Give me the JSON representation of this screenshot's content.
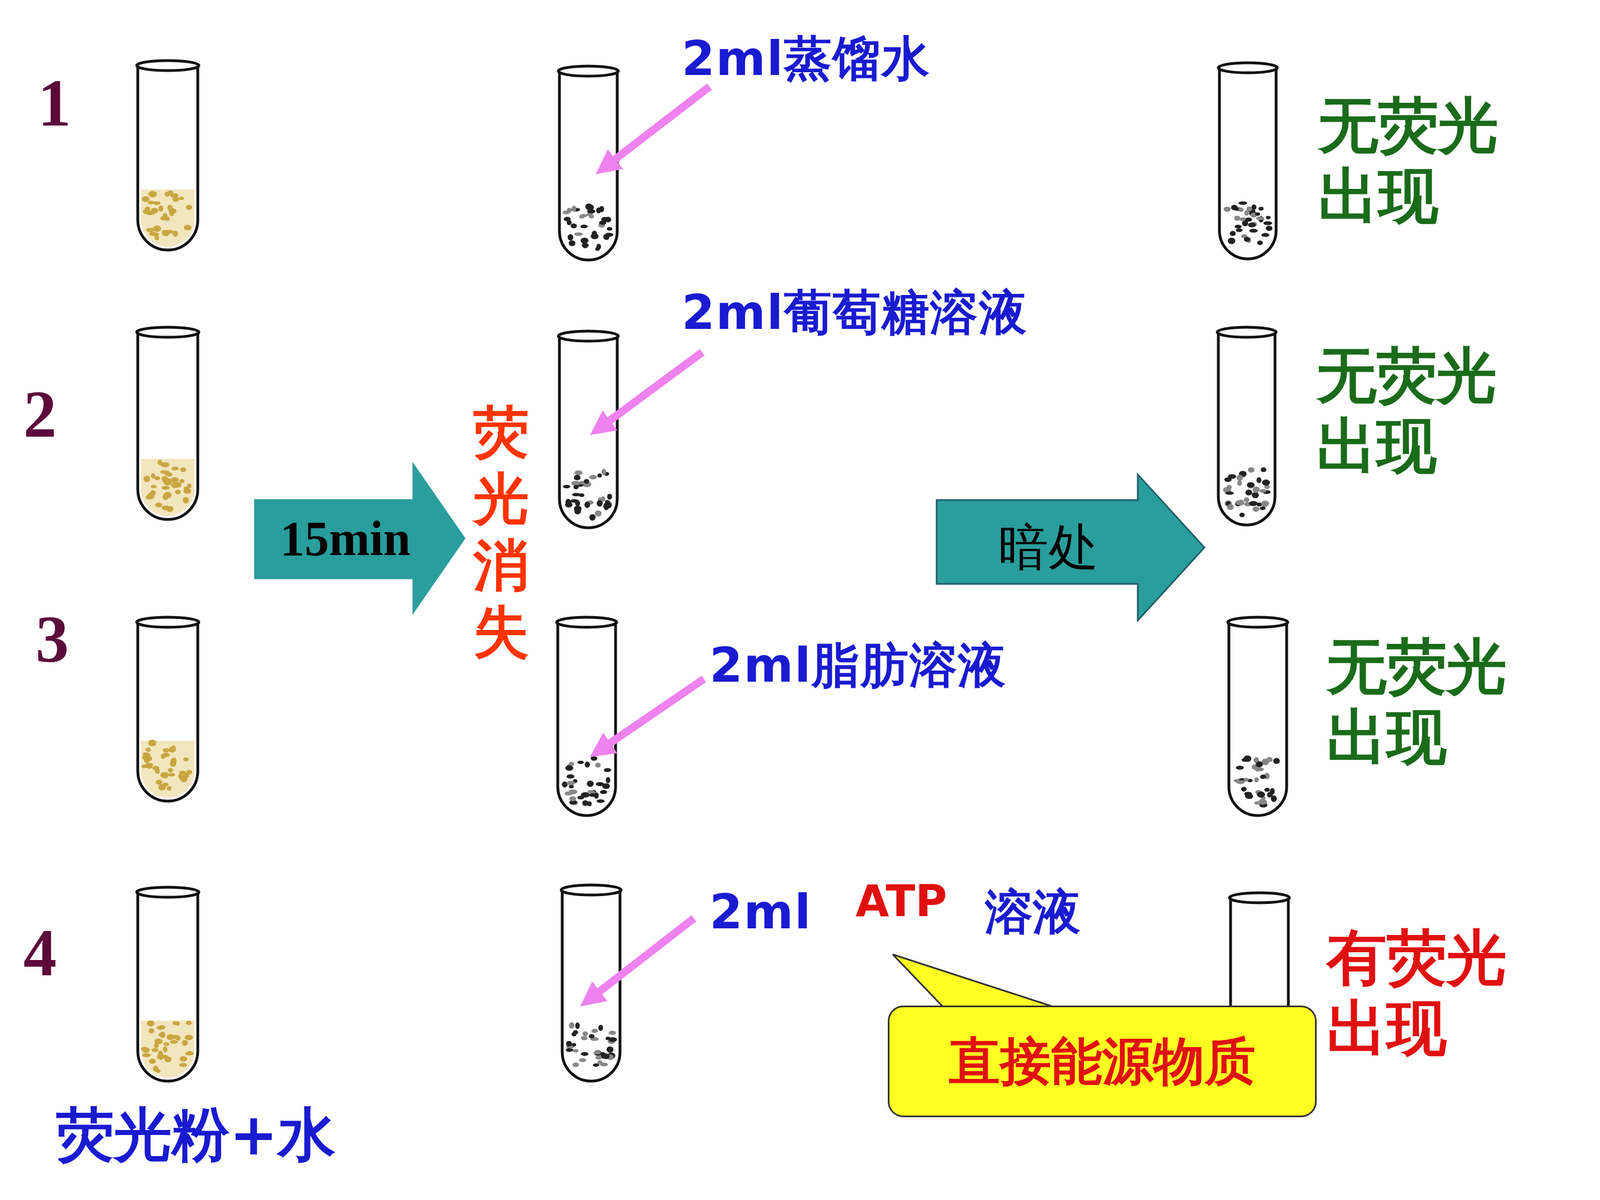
{
  "diagram": {
    "nodes": [
      {
        "text": [
          "15min"
        ]
      },
      {
        "text": [
          "暗处"
        ]
      },
      {
        "text": [
          "直接能源物质"
        ]
      }
    ],
    "labels": [
      "1",
      "2",
      "3",
      "4",
      "2ml蒸馏水",
      "2ml葡萄糖溶液",
      "2ml脂肪溶液",
      "2ml",
      "ATP",
      "溶液",
      "荧光消失",
      "无荧光 出现",
      "无荧光 出现",
      "无荧光 出现",
      "有荧光 出现",
      "荧光粉+水"
    ]
  }
}
